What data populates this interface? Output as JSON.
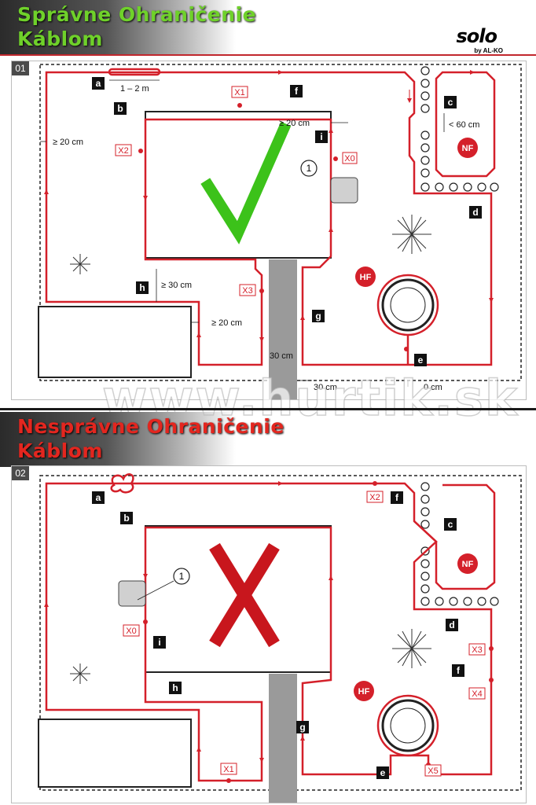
{
  "section1": {
    "title_line1": "Správne Ohraničenie",
    "title_line2": "Káblom",
    "panel_number": "01",
    "tags": {
      "a": "a",
      "b": "b",
      "c": "c",
      "d": "d",
      "e": "e",
      "f": "f",
      "g": "g",
      "h": "h",
      "i": "i"
    },
    "x_markers": {
      "x0": "X0",
      "x1": "X1",
      "x2": "X2",
      "x3": "X3"
    },
    "zones": {
      "nf": "NF",
      "hf": "HF"
    },
    "callout": "1",
    "measurements": {
      "loop": "1 – 2 m",
      "edge_left": "≥ 20 cm",
      "island_right": "≥ 20 cm",
      "gap_station": "< 60 cm",
      "passage_h": "≥ 30 cm",
      "edge_box": "≥ 20 cm",
      "path_30": "30 cm",
      "bottom_30": "30 cm",
      "bottom_0": "0 cm"
    }
  },
  "section2": {
    "title_line1": "Nesprávne Ohraničenie",
    "title_line2": "Káblom",
    "panel_number": "02",
    "tags": {
      "a": "a",
      "b": "b",
      "c": "c",
      "d": "d",
      "e": "e",
      "f": "f",
      "g": "g",
      "h": "h",
      "i": "i"
    },
    "x_markers": {
      "x0": "X0",
      "x1": "X1",
      "x2": "X2",
      "x3": "X3",
      "x4": "X4",
      "x5": "X5"
    },
    "zones": {
      "nf": "NF",
      "hf": "HF"
    },
    "callout": "1"
  },
  "logo": {
    "main": "solo",
    "sub": "by AL-KO"
  },
  "watermark": "www.hurtik.sk",
  "colors": {
    "wire": "#d4202a",
    "good": "#3cc21a",
    "bad": "#c8161d",
    "tag": "#111111"
  }
}
